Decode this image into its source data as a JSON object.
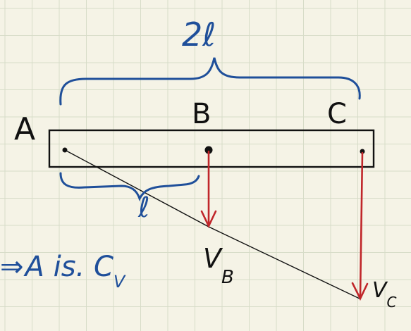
{
  "colors": {
    "paper": "#f5f3e6",
    "grid": "#d7dcc8",
    "ink_black": "#111111",
    "ink_blue": "#1f4f9a",
    "ink_red": "#c0262a"
  },
  "labels": {
    "point_a": "A",
    "point_b": "B",
    "point_c": "C",
    "length_total": "2ℓ",
    "length_ab": "ℓ",
    "velocity_b_symbol": "V",
    "velocity_b_subscript": "B",
    "velocity_c_symbol": "V",
    "velocity_c_subscript": "C"
  },
  "note": {
    "arrow": "⇒",
    "text": "A is. C",
    "subscript": "V"
  }
}
